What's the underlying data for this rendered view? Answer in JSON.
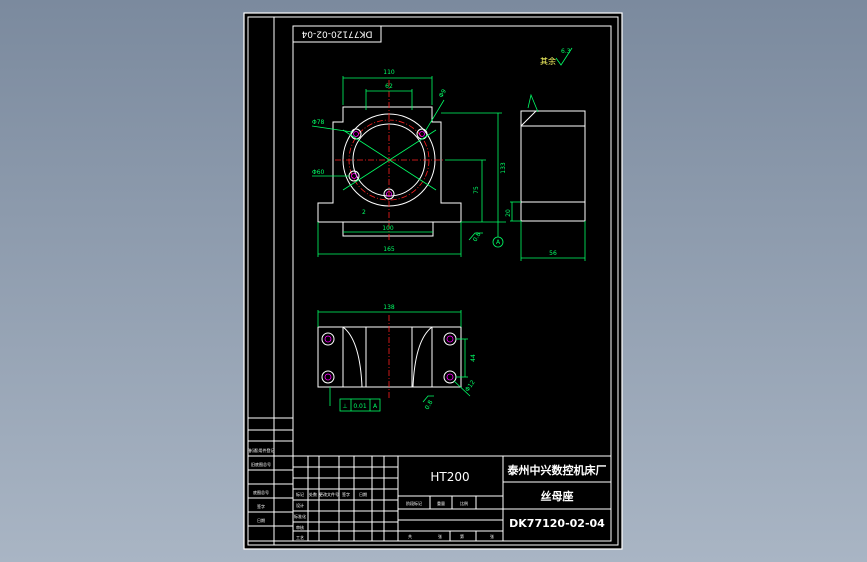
{
  "drawing": {
    "code_top": "DK77120-02-04",
    "roughness_prefix": "其余",
    "roughness_value": "6.3"
  },
  "front_view": {
    "dims": {
      "width_top": "110",
      "inner_top": "62",
      "bore": "Φ78",
      "pcd": "Φ60",
      "hole_dia": "Φ9",
      "total_height": "133",
      "center_height": "75",
      "slot_width": "100",
      "base_width": "165",
      "small_step": "2"
    },
    "flatness": "0.8",
    "datum": "A"
  },
  "side_view": {
    "dims": {
      "thickness": "56",
      "foot_height": "20"
    }
  },
  "top_view": {
    "dims": {
      "length": "138",
      "hole_spacing": "44",
      "cbore": "Φ12"
    },
    "tolerance": {
      "symbol": "⊥",
      "value": "0.01",
      "datum": "A"
    },
    "flatness": "0.8"
  },
  "title_block": {
    "material": "HT200",
    "company": "泰州中兴数控机床厂",
    "part_name": "丝母座",
    "drawing_no": "DK77120-02-04",
    "left_labels": [
      "借(通)用件登记",
      "旧底图总号",
      "底图总号",
      "签字",
      "日期"
    ],
    "row_labels": [
      "标记",
      "处数",
      "更改文件号",
      "签字",
      "日期"
    ],
    "row_labels2": [
      "设计",
      "标准化",
      "审核",
      "工艺",
      "日期"
    ],
    "stage_labels": [
      "阶段标记",
      "重量",
      "比例"
    ],
    "sheet_labels": [
      "共",
      "张",
      "第",
      "张"
    ]
  }
}
